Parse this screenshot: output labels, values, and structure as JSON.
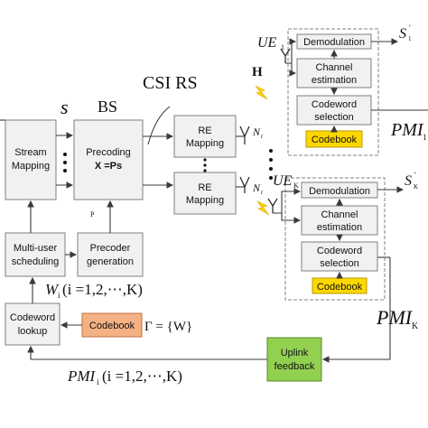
{
  "blocks": {
    "stream_mapping": [
      "Stream",
      "Mapping"
    ],
    "precoding": [
      "Precoding",
      "X =Ps"
    ],
    "re_mapping_1": [
      "RE",
      "Mapping"
    ],
    "re_mapping_2": [
      "RE",
      "Mapping"
    ],
    "multi_user_scheduling": [
      "Multi-user",
      "scheduling"
    ],
    "precoder_generation": [
      "Precoder",
      "generation"
    ],
    "codeword_lookup": [
      "Codeword",
      "lookup"
    ],
    "codebook_bs": "Codebook",
    "uplink_feedback": [
      "Uplink",
      "feedback"
    ],
    "ue1_demodulation": "Demodulation",
    "ue1_channel_estimation": [
      "Channel",
      "estimation"
    ],
    "ue1_codeword_selection": [
      "Codeword",
      "selection"
    ],
    "ue1_codebook": "Codebook",
    "uek_demodulation": "Demodulation",
    "uek_channel_estimation": [
      "Channel",
      "estimation"
    ],
    "uek_codeword_selection": [
      "Codeword",
      "selection"
    ],
    "uek_codebook": "Codebook"
  },
  "labels": {
    "s": "s",
    "bs": "BS",
    "csi_rs": "CSI RS",
    "p": "P",
    "H": "H",
    "Nt_1": "N",
    "Nt_1_sub": "t",
    "Nt_2": "N",
    "Nt_2_sub": "t",
    "ue1": "UE",
    "ue1_sub": "1",
    "uek": "UE",
    "uek_sub": "K",
    "s1p": "S",
    "s1p_sub": "1",
    "skp": "S",
    "skp_sub": "K",
    "pmi1": "PMI",
    "pmi1_sub": "1",
    "pmik": "PMI",
    "pmik_sub": "K",
    "wi": "W",
    "wi_rest": "(i =1,2,⋯,K)",
    "wi_sub": "i",
    "gamma": "Γ = {W}",
    "pmii": "PMI",
    "pmii_sub": "i",
    "pmii_rest": "(i =1,2,⋯,K)"
  },
  "colors": {
    "codebook_fill": "#f4b183",
    "ue_codebook_fill": "#ffd700",
    "uplink_fill": "#92d050",
    "signal": "#ffd200"
  }
}
